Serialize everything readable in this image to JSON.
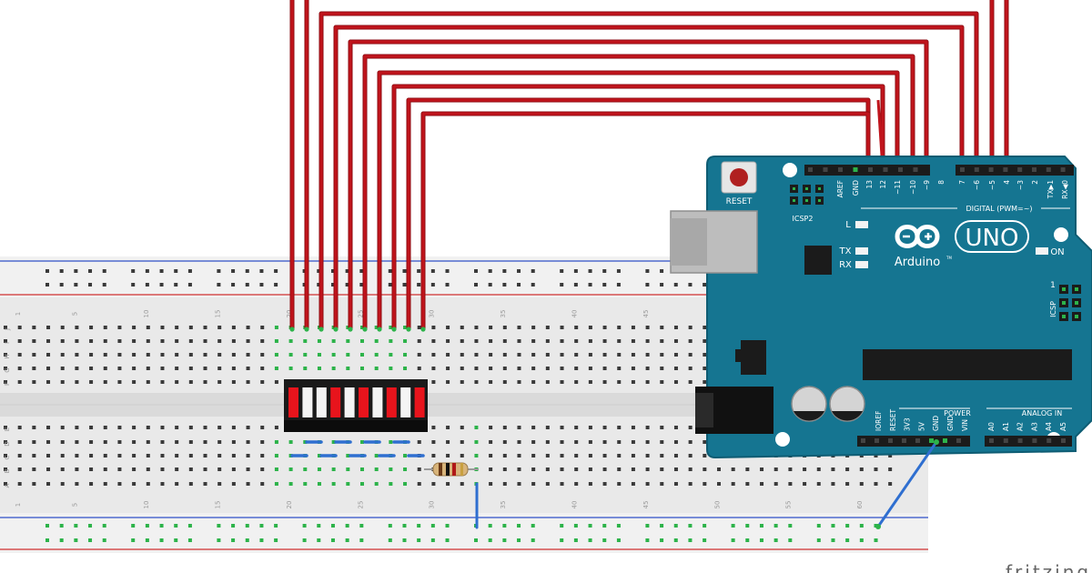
{
  "breadboard": {
    "row_labels_top": [
      "J",
      "I",
      "H",
      "G",
      "F"
    ],
    "row_labels_bottom": [
      "E",
      "D",
      "C",
      "B",
      "A"
    ],
    "column_numbers": [
      "1",
      "5",
      "10",
      "15",
      "20",
      "25",
      "30",
      "35",
      "40",
      "45",
      "50",
      "55",
      "60"
    ]
  },
  "arduino": {
    "reset_label": "RESET",
    "icsp2_label": "ICSP2",
    "icsp_label": "ICSP",
    "icsp_pin1": "1",
    "logo_text": "Arduino",
    "logo_tm": "TM",
    "model": "UNO",
    "led_l": "L",
    "led_tx": "TX",
    "led_rx": "RX",
    "led_on": "ON",
    "digital_header": "DIGITAL (PWM=~)",
    "power_header": "POWER",
    "analog_header": "ANALOG IN",
    "digital_pins": [
      "AREF",
      "GND",
      "13",
      "12",
      "~11",
      "~10",
      "~9",
      "8",
      "7",
      "~6",
      "~5",
      "4",
      "~3",
      "2",
      "TX▶1",
      "RX◀0"
    ],
    "power_pins": [
      "IOREF",
      "RESET",
      "3V3",
      "5V",
      "GND",
      "GND",
      "VIN"
    ],
    "analog_pins": [
      "A0",
      "A1",
      "A2",
      "A3",
      "A4",
      "A5"
    ]
  },
  "watermark": "fritzing",
  "colors": {
    "wire_red": "#c0141c",
    "wire_red_dark": "#8a0a10",
    "wire_blue": "#2f6fd0",
    "board_teal": "#157591",
    "breadboard_body": "#e9e9e9",
    "rail_red": "#d03030",
    "rail_blue": "#3050c8",
    "hole_green": "#2db34a",
    "led_segment_red": "#e8141c"
  }
}
